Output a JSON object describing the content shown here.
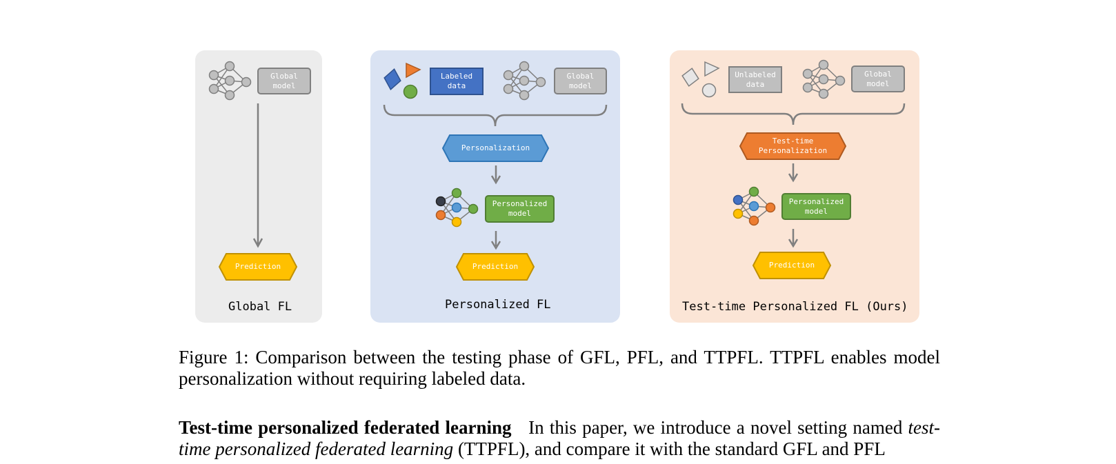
{
  "figure": {
    "panels": [
      {
        "title": "Global FL",
        "background": "#ececec",
        "global_model_label": "Global\nmodel",
        "prediction_label": "Prediction"
      },
      {
        "title": "Personalized FL",
        "background": "#dae3f3",
        "labeled_data_label": "Labeled\ndata",
        "global_model_label": "Global\nmodel",
        "personalization_label": "Personalization",
        "personalized_model_label": "Personalized\nmodel",
        "prediction_label": "Prediction"
      },
      {
        "title": "Test-time Personalized FL (Ours)",
        "background": "#fbe5d6",
        "unlabeled_data_label": "Unlabeled\ndata",
        "global_model_label": "Global\nmodel",
        "personalization_label": "Test-time\nPersonalization",
        "personalized_model_label": "Personalized\nmodel",
        "prediction_label": "Prediction"
      }
    ],
    "colors": {
      "gray_box": "#bfbfbf",
      "labeled_box": "#4472c4",
      "personalization_blue": "#5b9bd5",
      "personalization_orange": "#ed7d31",
      "personalized_green": "#70ad47",
      "prediction_yellow": "#ffc000"
    },
    "caption": "Figure 1: Comparison between the testing phase of GFL, PFL, and TTPFL. TTPFL enables model personalization without requiring labeled data."
  },
  "paragraph": {
    "heading": "Test-time personalized federated learning",
    "text_1": "In this paper, we introduce a novel setting named",
    "italic": "test-time personalized federated learning",
    "text_2": "(TTPFL), and compare it with the standard GFL and PFL"
  }
}
